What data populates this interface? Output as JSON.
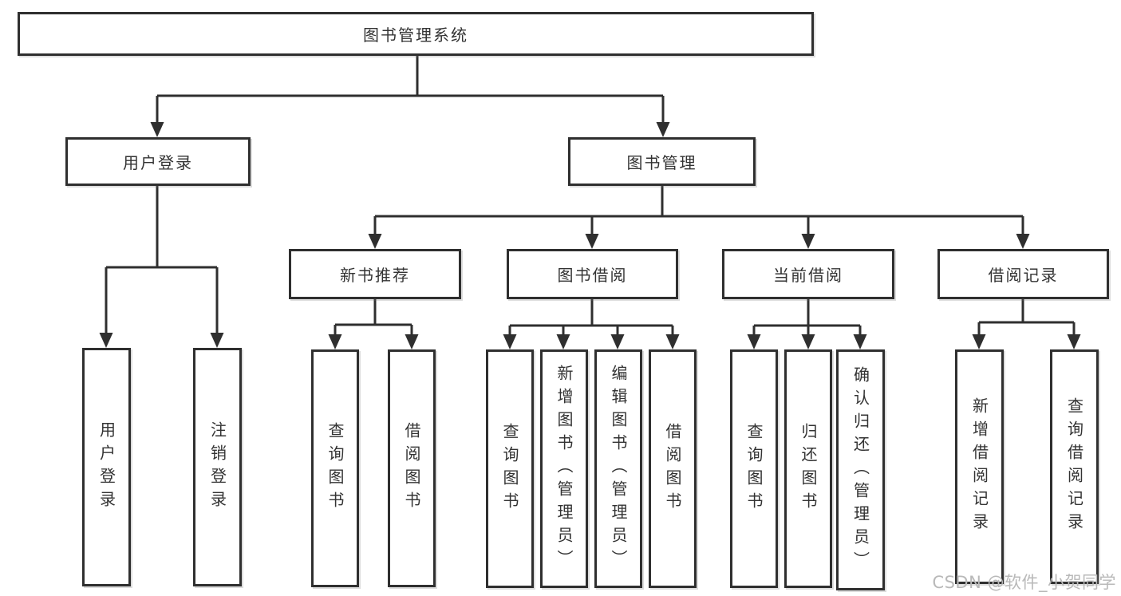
{
  "tree": {
    "root": "图书管理系统",
    "branches": [
      {
        "label": "用户登录",
        "children": [
          "用户登录",
          "注销登录"
        ]
      },
      {
        "label": "图书管理",
        "sections": [
          {
            "label": "新书推荐",
            "children": [
              "查询图书",
              "借阅图书"
            ]
          },
          {
            "label": "图书借阅",
            "children": [
              "查询图书",
              "新增图书（管理员）",
              "编辑图书（管理员）",
              "借阅图书"
            ]
          },
          {
            "label": "当前借阅",
            "children": [
              "查询图书",
              "归还图书",
              "确认归还（管理员）"
            ]
          },
          {
            "label": "借阅记录",
            "children": [
              "新增借阅记录",
              "查询借阅记录"
            ]
          }
        ]
      }
    ]
  },
  "colors": {
    "line": "#2f2f2f",
    "text": "#333333",
    "watermark": "#b9b9b9"
  },
  "watermark": "CSDN @软件_小贺同学"
}
